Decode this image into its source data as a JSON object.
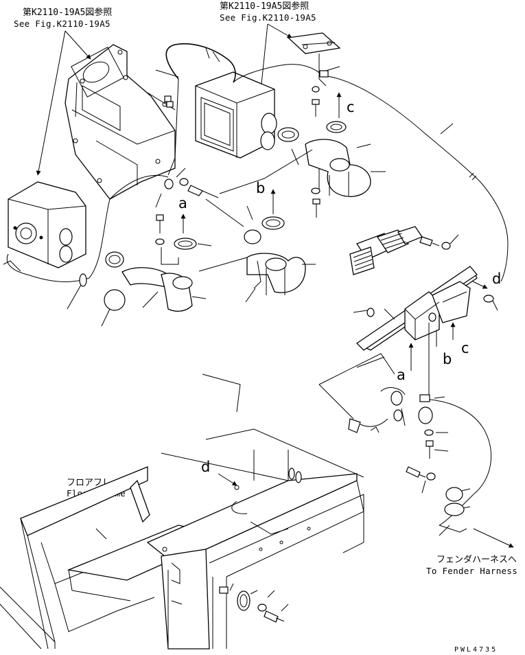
{
  "callouts": {
    "ref_top_left_jp": "第K2110-19A5図参照",
    "ref_top_left_en": "See Fig.K2110-19A5",
    "ref_top_center_jp": "第K2110-19A5図参照",
    "ref_top_center_en": "See Fig.K2110-19A5",
    "floor_frame_jp": "フロアフレーム",
    "floor_frame_en": "Floor Frame",
    "fender_jp": "フェンダハーネスへ",
    "fender_en": "To Fender Harness"
  },
  "connection_letters": {
    "a_upper": "a",
    "b_upper": "b",
    "c_upper": "c",
    "d_upper": "d",
    "a_lower": "a",
    "b_lower": "b",
    "c_lower": "c",
    "d_lower": "d"
  },
  "drawing_code": "PWL4735",
  "icons": {
    "arrow": "arrow-up-icon",
    "leader_arrow": "leader-arrow-icon"
  }
}
